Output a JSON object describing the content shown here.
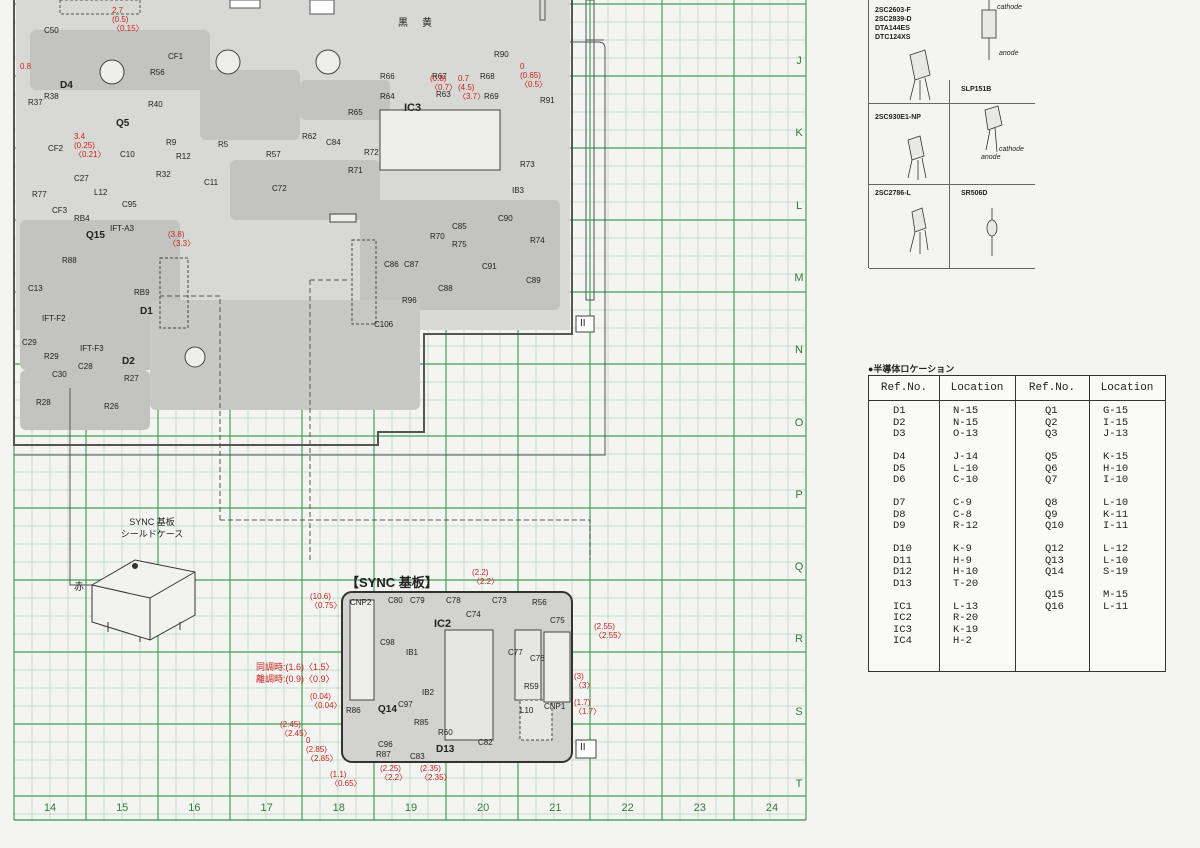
{
  "grid": {
    "columns": [
      "14",
      "15",
      "16",
      "17",
      "18",
      "19",
      "20",
      "21",
      "22",
      "23",
      "24"
    ],
    "rows": [
      "J",
      "K",
      "L",
      "M",
      "N",
      "O",
      "P",
      "Q",
      "R",
      "S",
      "T"
    ]
  },
  "colors": {
    "grid": "#4fa55c",
    "trace": "#c9cac6",
    "copper": "#9a9a96",
    "ink": "#222222",
    "annotation": "#c8231d"
  },
  "board_labels": {
    "sync_board_title": "【SYNC 基板】",
    "shield_case_line1": "SYNC 基板",
    "shield_case_line2": "シールドケース",
    "aka": "赤",
    "kuro": "黒",
    "ki": "黄",
    "ref_marker_II_a": "II",
    "ref_marker_II_b": "II",
    "ic3": "IC3",
    "ic2": "IC2",
    "q5": "Q5",
    "q15": "Q15",
    "q14": "Q14",
    "d4": "D4",
    "d2": "D2",
    "d1": "D1",
    "d13": "D13",
    "ifta3": "IFT-A3",
    "iftf2": "IFT-F2",
    "iftf3": "IFT-F3",
    "cnp2": "CNP2",
    "cnp1": "CNP1",
    "ib1": "IB1",
    "ib2": "IB2",
    "ib3": "IB3",
    "sync_note1": "同調時:(1.6)〈1.5〉",
    "sync_note2": "離調時:(0.9)〈0.9〉"
  },
  "components": [
    "C50",
    "R38",
    "R37",
    "R40",
    "R56",
    "R5",
    "R9",
    "R12",
    "CF1",
    "CF2",
    "C10",
    "R57",
    "C72",
    "C84",
    "R62",
    "R65",
    "R66",
    "R64",
    "R67",
    "R63",
    "R68",
    "R69",
    "R90",
    "R91",
    "R72",
    "R71",
    "R73",
    "R77",
    "CF3",
    "C27",
    "C95",
    "RB4",
    "L12",
    "C11",
    "R32",
    "R88",
    "C13",
    "RB9",
    "C29",
    "R29",
    "C30",
    "C28",
    "R27",
    "R28",
    "R26",
    "R96",
    "C106",
    "C86",
    "C87",
    "C85",
    "C88",
    "R75",
    "R70",
    "C90",
    "C91",
    "R74",
    "C89",
    "C80",
    "C79",
    "C78",
    "C74",
    "C73",
    "R56",
    "C75",
    "C98",
    "C97",
    "C77",
    "C76",
    "R59",
    "R86",
    "R85",
    "R60",
    "C82",
    "R87",
    "C96",
    "C83",
    "L10"
  ],
  "voltages": [
    {
      "top": "2.7",
      "bot": "(0.5)",
      "sub": "〈0.15〉"
    },
    {
      "top": "0.8",
      "bot": "",
      "sub": ""
    },
    {
      "top": "3.4",
      "bot": "(0.25)",
      "sub": "〈0.21〉"
    },
    {
      "top": "(0.8)",
      "bot": "〈0.7〉",
      "sub": ""
    },
    {
      "top": "0.7",
      "bot": "(4.5)",
      "sub": "〈3.7〉"
    },
    {
      "top": "0",
      "bot": "(0.65)",
      "sub": "〈0.5〉"
    },
    {
      "top": "(10.6)",
      "bot": "〈0.75〉",
      "sub": ""
    },
    {
      "top": "(2.2)",
      "bot": "〈2.2〉",
      "sub": ""
    },
    {
      "top": "(2.55)",
      "bot": "〈2.55〉",
      "sub": ""
    },
    {
      "top": "(0.04)",
      "bot": "〈0.04〉",
      "sub": ""
    },
    {
      "top": "(2.45)",
      "bot": "〈2.45〉",
      "sub": ""
    },
    {
      "top": "0",
      "bot": "(2.85)",
      "sub": "〈2.85〉"
    },
    {
      "top": "(1.1)",
      "bot": "〈0.65〉",
      "sub": ""
    },
    {
      "top": "(2.25)",
      "bot": "〈2.2〉",
      "sub": ""
    },
    {
      "top": "(2.35)",
      "bot": "〈2.35〉",
      "sub": ""
    },
    {
      "top": "(1.7)",
      "bot": "〈1.7〉",
      "sub": ""
    },
    {
      "top": "(3)",
      "bot": "〈3〉",
      "sub": ""
    },
    {
      "top": "(3.8)",
      "bot": "〈3.3〉",
      "sub": ""
    }
  ],
  "parts_panel": {
    "group1": [
      "2SC2603-F",
      "2SC2839-D",
      "DTA144ES",
      "DTC124XS"
    ],
    "cathode_label": "cathode",
    "anode_label": "anode",
    "slp": "SLP151B",
    "sc930": "2SC930E1-NP",
    "sc2786": "2SC2786-L",
    "sr506": "SR506D"
  },
  "location": {
    "heading": "●半導体ロケーション",
    "headers": [
      "Ref.No.",
      "Location",
      "Ref.No.",
      "Location"
    ],
    "col1": "D1\nD2\nD3\n\nD4\nD5\nD6\n\nD7\nD8\nD9\n\nD10\nD11\nD12\nD13\n\nIC1\nIC2\nIC3\nIC4",
    "col2": "N-15\nN-15\nO-13\n\nJ-14\nL-10\nC-10\n\nC-9\nC-8\nR-12\n\nK-9\nH-9\nH-10\nT-20\n\nL-13\nR-20\nK-19\nH-2",
    "col3": "Q1\nQ2\nQ3\n\nQ5\nQ6\nQ7\n\nQ8\nQ9\nQ10\n\nQ12\nQ13\nQ14\n\nQ15\nQ16",
    "col4": "G-15\nI-15\nJ-13\n\nK-15\nH-10\nI-10\n\nL-10\nK-11\nI-11\n\nL-12\nL-10\nS-19\n\nM-15\nL-11"
  }
}
